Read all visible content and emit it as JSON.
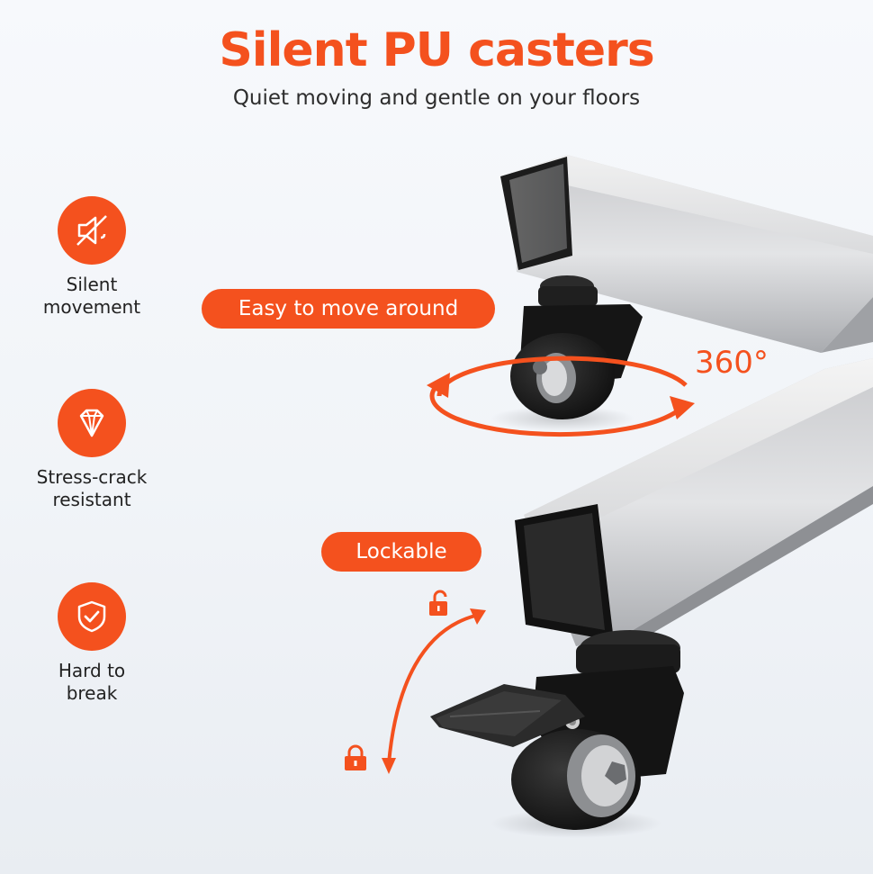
{
  "header": {
    "title": "Silent PU casters",
    "subtitle": "Quiet moving and gentle on your floors"
  },
  "features": [
    {
      "icon": "silent-speaker-icon",
      "label": "Silent\nmovement"
    },
    {
      "icon": "diamond-icon",
      "label": "Stress-crack\nresistant"
    },
    {
      "icon": "shield-check-icon",
      "label": "Hard to\nbreak"
    }
  ],
  "callouts": {
    "move": "Easy to move around",
    "rotation": "360°",
    "lock": "Lockable"
  },
  "icons": {
    "unlocked": "unlocked-padlock-icon",
    "locked": "locked-padlock-icon"
  },
  "colors": {
    "accent": "#f4511e",
    "text": "#222222",
    "background": "#f3f6f9"
  }
}
